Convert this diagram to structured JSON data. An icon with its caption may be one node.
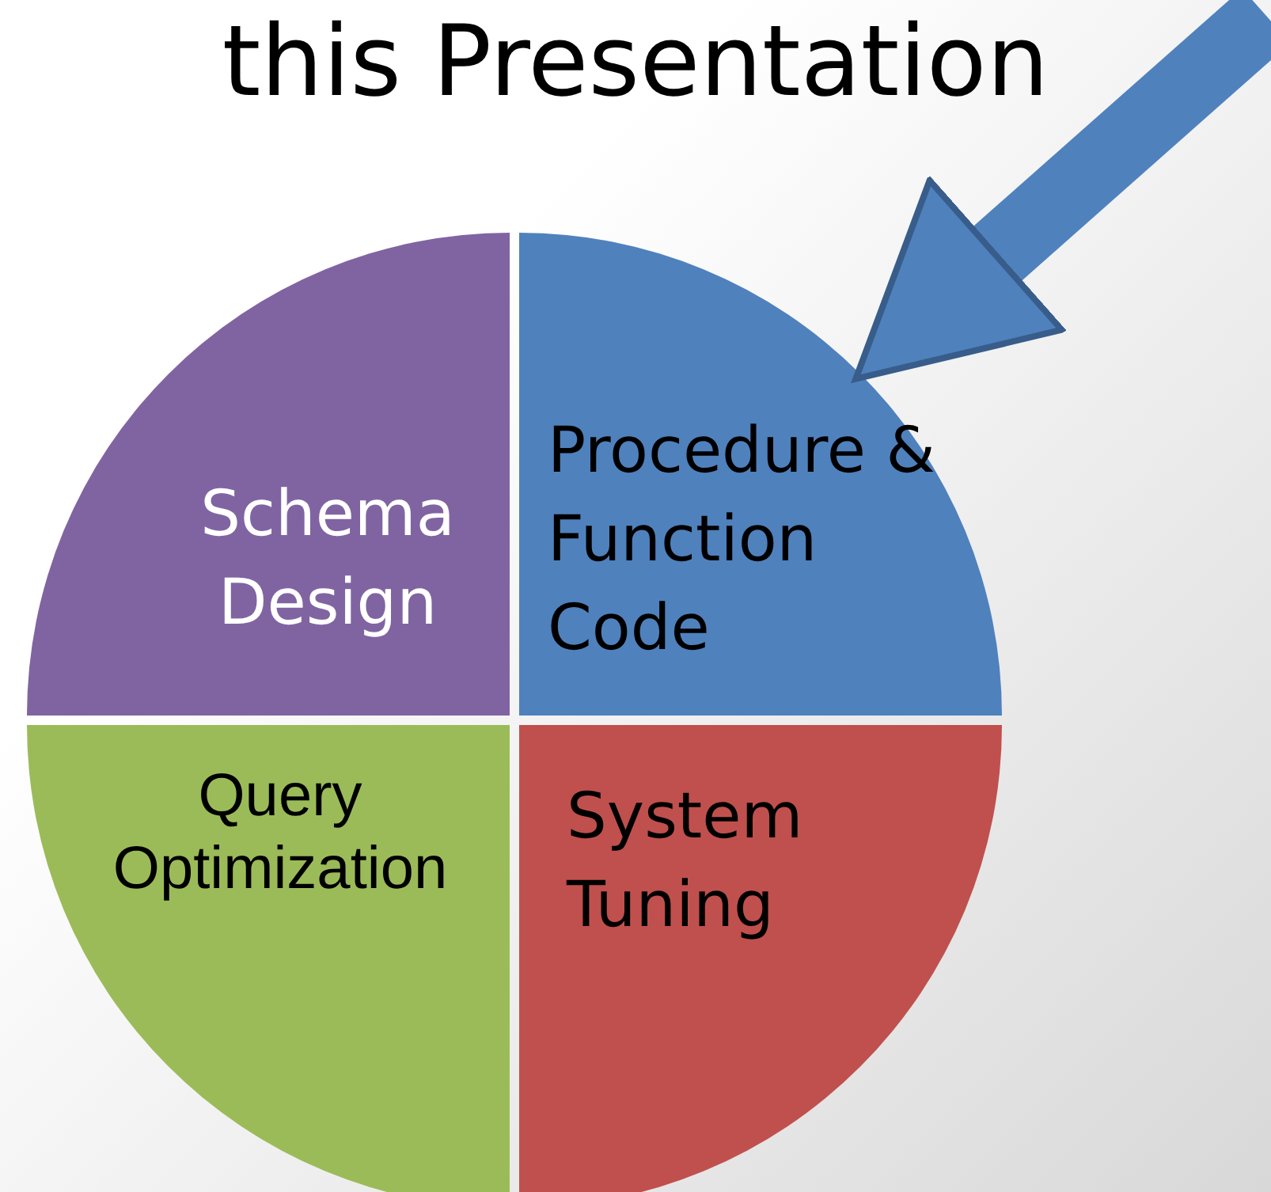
{
  "diagram": {
    "title": "this Presentation",
    "nodes": [
      {
        "text": [
          "Schema Design"
        ]
      },
      {
        "text": [
          "Procedure & Function Code"
        ]
      },
      {
        "text": [
          "Query Optimization"
        ]
      },
      {
        "text": [
          "System Tuning"
        ]
      }
    ],
    "edges": [
      {
        "from": null,
        "to": 1,
        "arrow": "to"
      }
    ]
  }
}
